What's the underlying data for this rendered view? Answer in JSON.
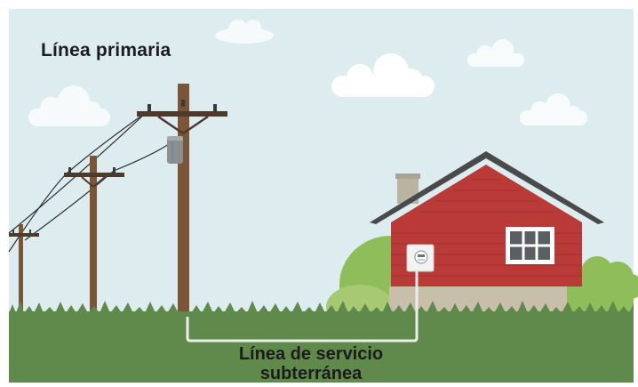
{
  "labels": {
    "primary_line": "Línea primaria",
    "service_line_1": "Línea de servicio",
    "service_line_2": "subterránea"
  },
  "colors": {
    "sky": "#dcecef",
    "grass": "#5f8a4c",
    "pole": "#7a5538",
    "house_siding": "#b93a36",
    "roof": "#4a4a4a",
    "service_line": "#ececec",
    "cloud": "#ffffff",
    "bush": "#8fbd5a"
  },
  "icons": {
    "transformer": "pole-transformer-icon",
    "meter": "electric-meter-icon"
  }
}
